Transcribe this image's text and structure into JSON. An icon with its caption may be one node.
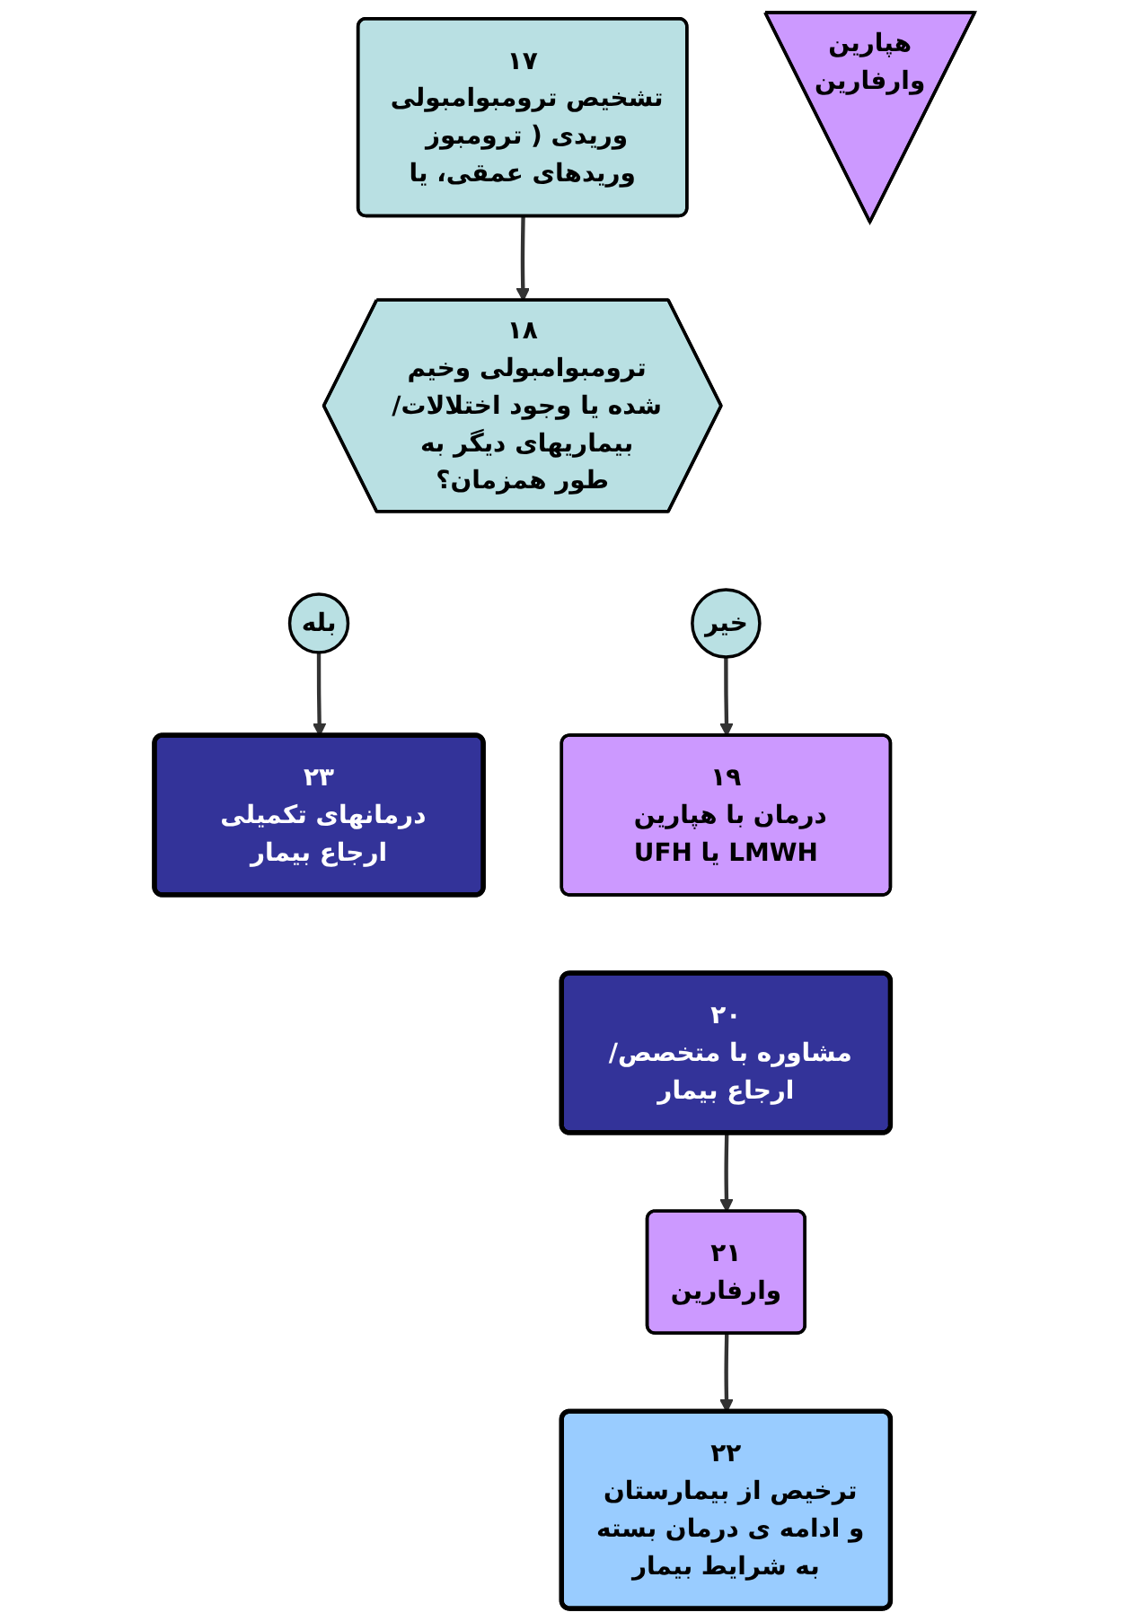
{
  "diagram": {
    "nodes": [
      {
        "text": [
          "۱۷",
          "تشخیص ترومبوامبولی وریدی ( ترومبوز وریدهای عمقی، یا"
        ]
      },
      {
        "text": [
          "۱۸",
          "ترومبوامبولی وخیم شده یا وجود اختلالات/ بیماریهای دیگر به طور همزمان؟"
        ]
      },
      {
        "text": [
          "بله"
        ]
      },
      {
        "text": [
          "خیر"
        ]
      },
      {
        "text": [
          "۲۳",
          "درمانهای تکمیلی ارجاع بیمار"
        ]
      },
      {
        "text": [
          "۱۹",
          "درمان با هپارین LMWH یا UFH"
        ]
      },
      {
        "text": [
          "۲۰",
          "مشاوره با متخصص/ ارجاع بیمار"
        ]
      },
      {
        "text": [
          "۲۱",
          "وارفارین"
        ]
      },
      {
        "text": [
          "۲۲",
          "ترخیص از بیمارستان و ادامه ی درمان بسته به شرایط بیمار"
        ]
      },
      {
        "text": [
          "هپارین",
          "وارفارین"
        ]
      }
    ],
    "edges": [
      {
        "from": 0,
        "to": 1,
        "arrow": "to"
      },
      {
        "from": 2,
        "to": 4,
        "arrow": "to"
      },
      {
        "from": 3,
        "to": 5,
        "arrow": "to"
      },
      {
        "from": 6,
        "to": 7,
        "arrow": "to"
      },
      {
        "from": 7,
        "to": 8,
        "arrow": "to"
      }
    ]
  }
}
